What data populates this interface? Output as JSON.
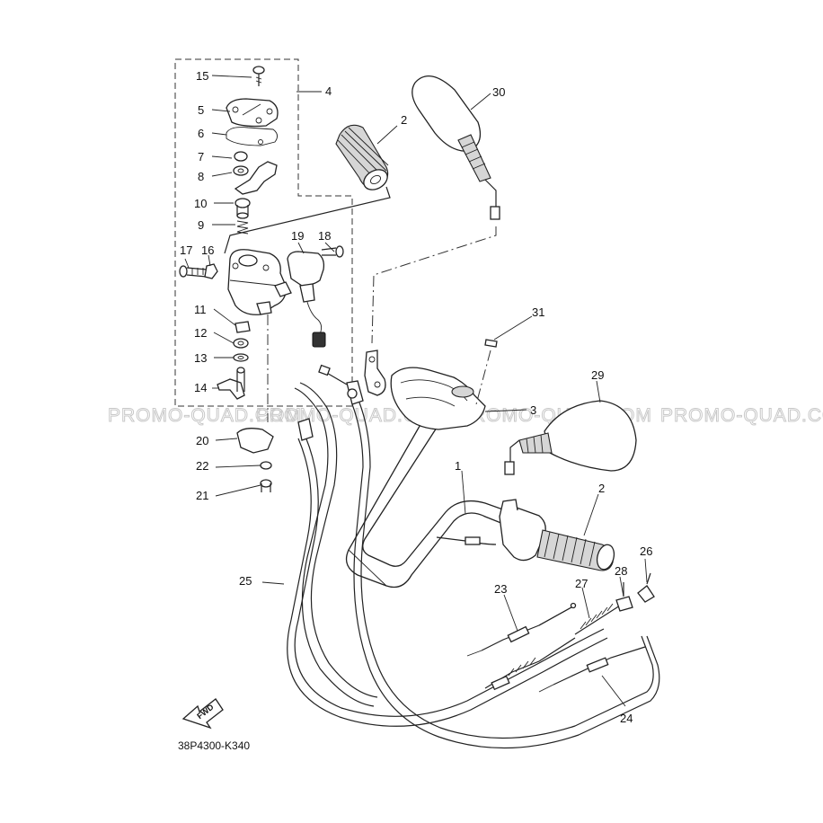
{
  "diagram_code": "38P4300-K340",
  "fwd_label": "FWD",
  "watermark_text": "PROMO-QUAD.COM",
  "callouts": [
    "1",
    "2",
    "3",
    "4",
    "5",
    "6",
    "7",
    "8",
    "9",
    "10",
    "11",
    "12",
    "13",
    "14",
    "15",
    "16",
    "17",
    "18",
    "19",
    "20",
    "21",
    "22",
    "23",
    "24",
    "25",
    "26",
    "27",
    "28",
    "29",
    "30",
    "31"
  ],
  "callout_2_second": "2"
}
